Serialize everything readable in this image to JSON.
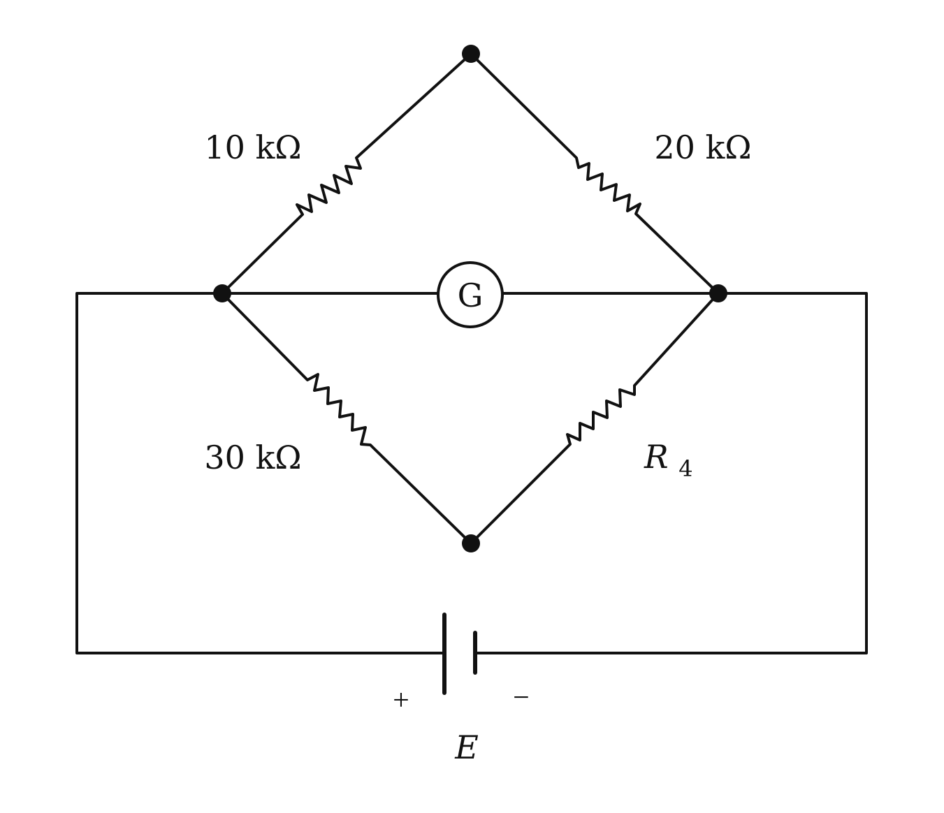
{
  "diagram": {
    "resistors": {
      "top_left": "10 kΩ",
      "top_right": "20 kΩ",
      "bottom_left": "30 kΩ",
      "bottom_right_symbol": "R",
      "bottom_right_subscript": "4"
    },
    "galvanometer": "G",
    "battery": {
      "name": "E",
      "positive": "+",
      "negative": "−"
    }
  }
}
